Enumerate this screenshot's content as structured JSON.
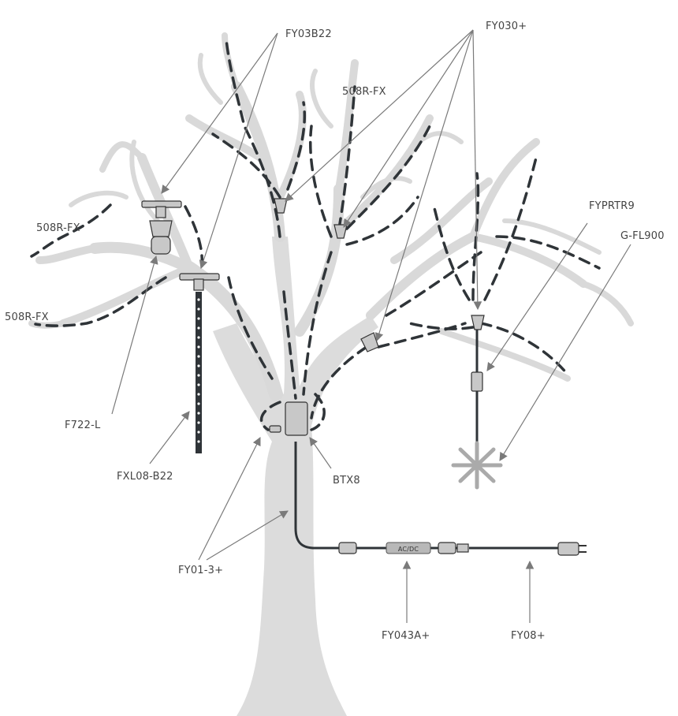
{
  "diagram": {
    "labels": {
      "fy03b22": "FY03B22",
      "fy030": "FY030+",
      "r508_top": "508R-FX",
      "r508_left1": "508R-FX",
      "r508_left2": "508R-FX",
      "fyprtr9": "FYPRTR9",
      "gfl900": "G-FL900",
      "f722l": "F722-L",
      "fxl08b22": "FXL08-B22",
      "btx8": "BTX8",
      "fy013": "FY01-3+",
      "fy043a": "FY043A+",
      "fy08": "FY08+",
      "acdc": "AC/DC"
    }
  }
}
